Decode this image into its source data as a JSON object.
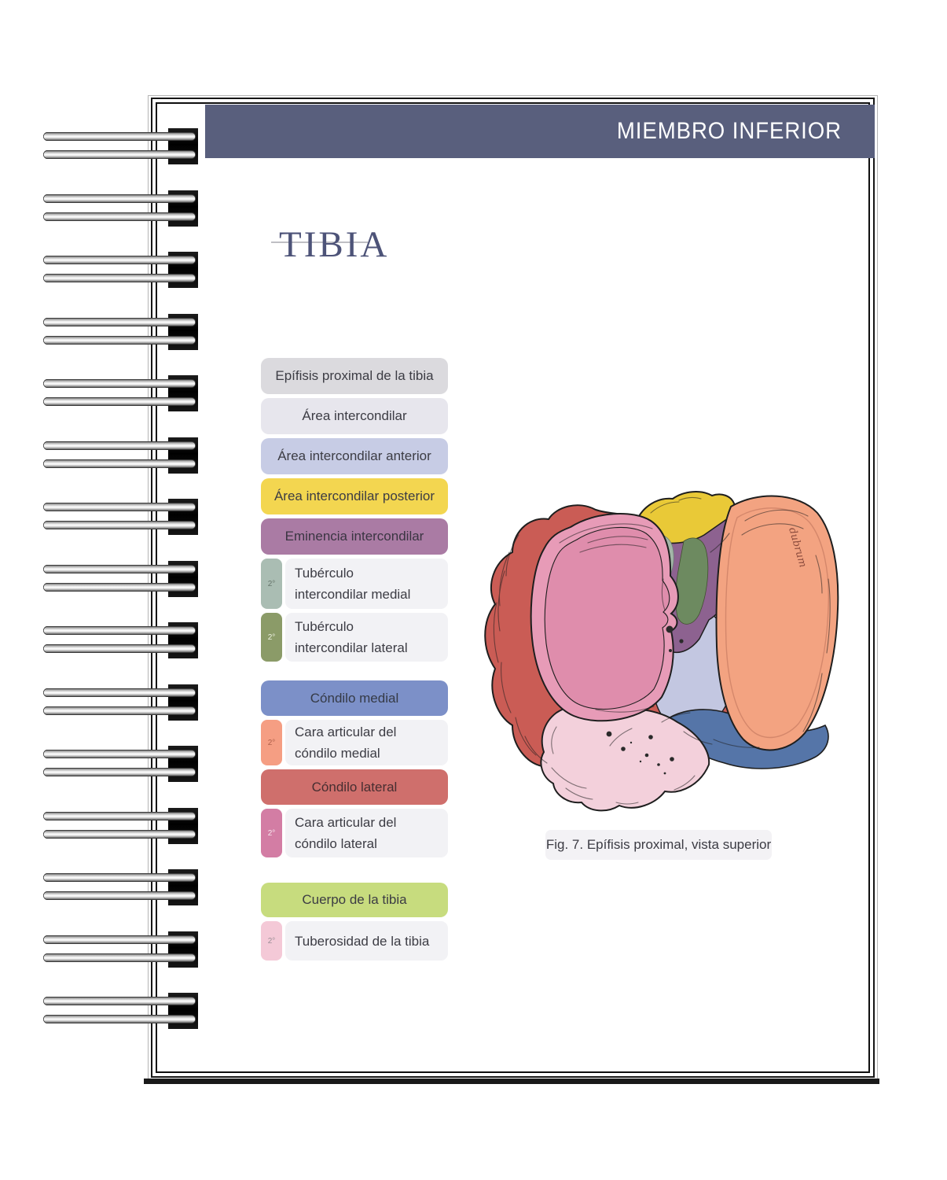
{
  "header": {
    "title": "MIEMBRO INFERIOR"
  },
  "page_title": "TIBIA",
  "palette": {
    "header_bg": "#595f7d",
    "title_color": "#4d5378",
    "caption_bg": "#f3f2f5",
    "caption_fg": "#3b3b43"
  },
  "labels": [
    {
      "id": "epifisis-proximal",
      "type": "primary",
      "text": "Epífisis proximal de la tibia",
      "bg": "#dbdade",
      "fg": "#3c3c44",
      "h": 46
    },
    {
      "id": "area-intercondilar",
      "type": "primary",
      "text": "Área intercondilar",
      "bg": "#e7e6ed",
      "fg": "#3c3c44",
      "h": 46
    },
    {
      "id": "area-intercondilar-anterior",
      "type": "primary",
      "text": "Área intercondilar anterior",
      "bg": "#c7cce5",
      "fg": "#3c3c44",
      "h": 46
    },
    {
      "id": "area-intercondilar-posterior",
      "type": "primary",
      "text": "Área intercondilar posterior",
      "bg": "#f3d650",
      "fg": "#3c3c44",
      "h": 46
    },
    {
      "id": "eminencia-intercondilar",
      "type": "primary",
      "text": "Eminencia intercondilar",
      "bg": "#aa7ba4",
      "fg": "#3a3542",
      "h": 46
    },
    {
      "id": "tuberculo-intercondilar-medial",
      "type": "secondary",
      "lines": [
        "Tubérculo",
        "intercondilar medial"
      ],
      "tag": "2°",
      "tag_bg": "#aabdb3",
      "tag_fg": "#66756b",
      "bg": "#f2f2f5",
      "fg": "#3c3c44",
      "h": 64
    },
    {
      "id": "tuberculo-intercondilar-lateral",
      "type": "secondary",
      "lines": [
        "Tubérculo",
        "intercondilar lateral"
      ],
      "tag": "2°",
      "tag_bg": "#8b9b68",
      "tag_fg": "#eef2e2",
      "bg": "#f2f2f5",
      "fg": "#3c3c44",
      "h": 62
    },
    {
      "id": "condilo-medial",
      "type": "primary",
      "text": "Cóndilo medial",
      "bg": "#7c90c8",
      "fg": "#353a46",
      "h": 45,
      "gap_before": 19
    },
    {
      "id": "cara-articular-condilo-medial",
      "type": "secondary",
      "lines": [
        "Cara articular del",
        "cóndilo medial"
      ],
      "tag": "2°",
      "tag_bg": "#f59e83",
      "tag_fg": "#b0604a",
      "bg": "#f2f2f5",
      "fg": "#3c3c44",
      "h": 58
    },
    {
      "id": "condilo-lateral",
      "type": "primary",
      "text": "Cóndilo lateral",
      "bg": "#cf6f6c",
      "fg": "#472e31",
      "h": 45
    },
    {
      "id": "cara-articular-condilo-lateral",
      "type": "secondary",
      "lines": [
        "Cara articular del",
        "cóndilo lateral"
      ],
      "tag": "2°",
      "tag_bg": "#d37da4",
      "tag_fg": "#f7e7ef",
      "bg": "#f2f2f5",
      "fg": "#3c3c44",
      "h": 62
    },
    {
      "id": "cuerpo-de-la-tibia",
      "type": "primary",
      "text": "Cuerpo de la tibia",
      "bg": "#c7dc7e",
      "fg": "#3c3c44",
      "h": 44,
      "gap_before": 27
    },
    {
      "id": "tuberosidad-de-la-tibia",
      "type": "secondary",
      "lines": [
        "Tuberosidad de la tibia"
      ],
      "tag": "2°",
      "tag_bg": "#f4c9d7",
      "tag_fg": "#9b8f96",
      "bg": "#f2f2f5",
      "fg": "#3c3c44",
      "h": 50
    }
  ],
  "figure": {
    "caption": "Fig. 7. Epífisis proximal, vista superior",
    "signature": "dubrum",
    "region_colors": {
      "condilo_lateral": "#ca5c55",
      "cara_articular_lateral": "#e79bb7",
      "area_intercondilar_posterior": "#e9c937",
      "eminencia": "#8d6290",
      "tuberculo_medial": "#a3b6a8",
      "tuberculo_lateral": "#6d8a60",
      "area_intercondilar": "#c3c7e1",
      "condilo_medial": "#5575a8",
      "cara_articular_medial": "#f3a381",
      "tuberosidad": "#f3d0db"
    }
  }
}
